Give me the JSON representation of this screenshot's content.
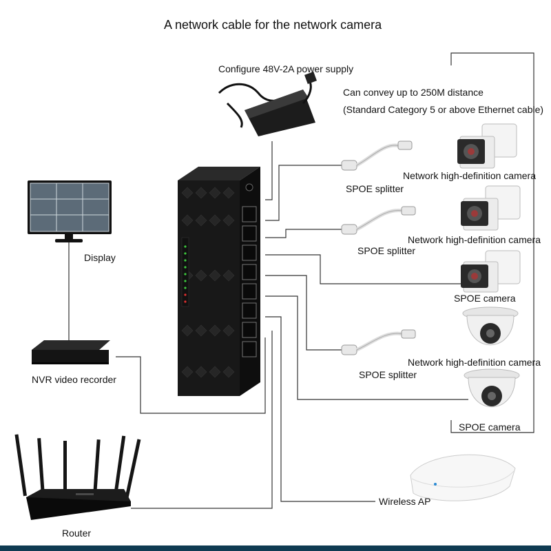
{
  "title": "A network cable for the network camera",
  "power": {
    "label": "Configure 48V-2A power supply"
  },
  "distance": {
    "line1": "Can convey up to 250M distance",
    "line2": "(Standard Category 5 or above Ethernet cable)"
  },
  "labels": {
    "camera1": "Network high-definition camera",
    "splitter1": "SPOE splitter",
    "camera2": "Network high-definition camera",
    "splitter2": "SPOE splitter",
    "spoe_camera1": "SPOE camera",
    "camera3": "Network high-definition camera",
    "splitter3": "SPOE splitter",
    "spoe_camera2": "SPOE camera",
    "wireless_ap": "Wireless AP",
    "display": "Display",
    "nvr": "NVR video recorder",
    "router": "Router"
  },
  "colors": {
    "wire": "#333333",
    "switch_body": "#1a1a1a",
    "accent_bar": "#0f3b52",
    "led_green": "#3ec83e",
    "led_red": "#e03030"
  }
}
